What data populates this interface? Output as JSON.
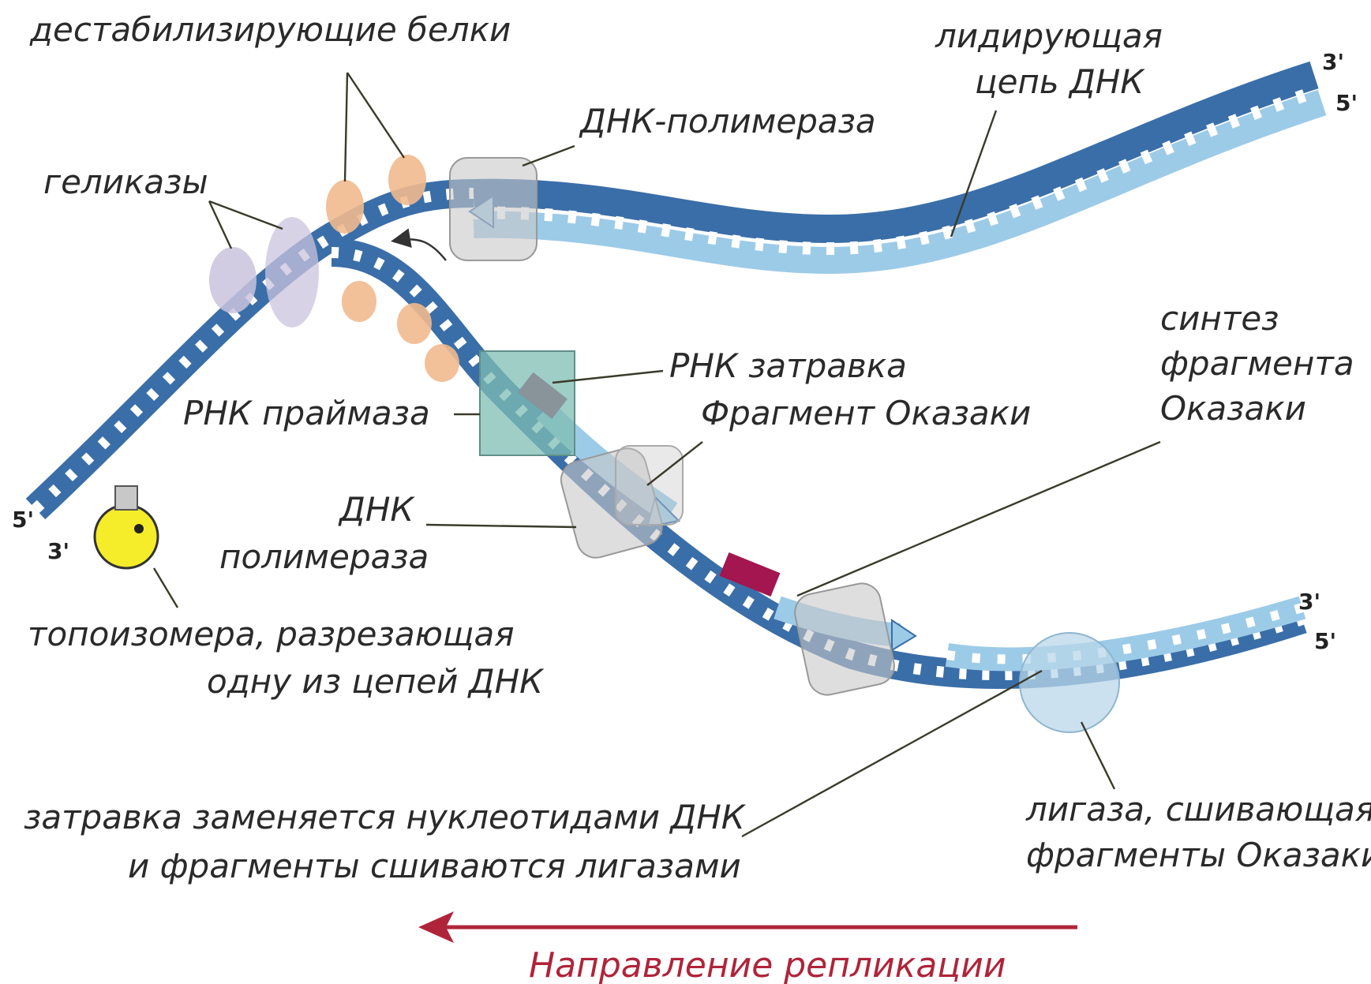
{
  "labels": {
    "destab_proteins": "дестабилизирующие белки",
    "leading_l1": "лидирующая",
    "leading_l2": "цепь ДНК",
    "dna_pol_top": "ДНК-полимераза",
    "helicases": "геликазы",
    "synth_l1": "синтез",
    "synth_l2": "фрагмента",
    "synth_l3": "Оказаки",
    "rna_primer": "РНК затравка",
    "okazaki_fragment": "Фрагмент Оказаки",
    "rna_primase": "РНК праймаза",
    "dna_pol_l1": "ДНК",
    "dna_pol_l2": "полимераза",
    "topo_l1": "топоизомера, разрезающая",
    "topo_l2": "одну из цепей ДНК",
    "primer_l1": "затравка заменяется нуклеотидами ДНК",
    "primer_l2": "и фрагменты сшиваются лигазами",
    "ligase_l1": "лигаза, сшивающая",
    "ligase_l2": "фрагменты Оказаки",
    "direction": "Направление репликации"
  },
  "ends": {
    "left_top": "5'",
    "left_bottom": "3'",
    "right_top_upper": "3'",
    "right_top_lower": "5'",
    "right_bottom_upper": "3'",
    "right_bottom_lower": "5'"
  },
  "colors": {
    "parental_strand": "#3a6ea8",
    "new_strand": "#9ccbe8",
    "rung": "#ffffff",
    "helicase": "#c9c3dd",
    "ssb_protein": "#f1b98e",
    "polymerase": "#c8c8c8",
    "primase": "#7fbdb3",
    "rna_primer": "#a3164f",
    "ligase": "#b9d7e9",
    "topoisomerase": "#f5ec2a",
    "direction_arrow": "#b0243a"
  }
}
